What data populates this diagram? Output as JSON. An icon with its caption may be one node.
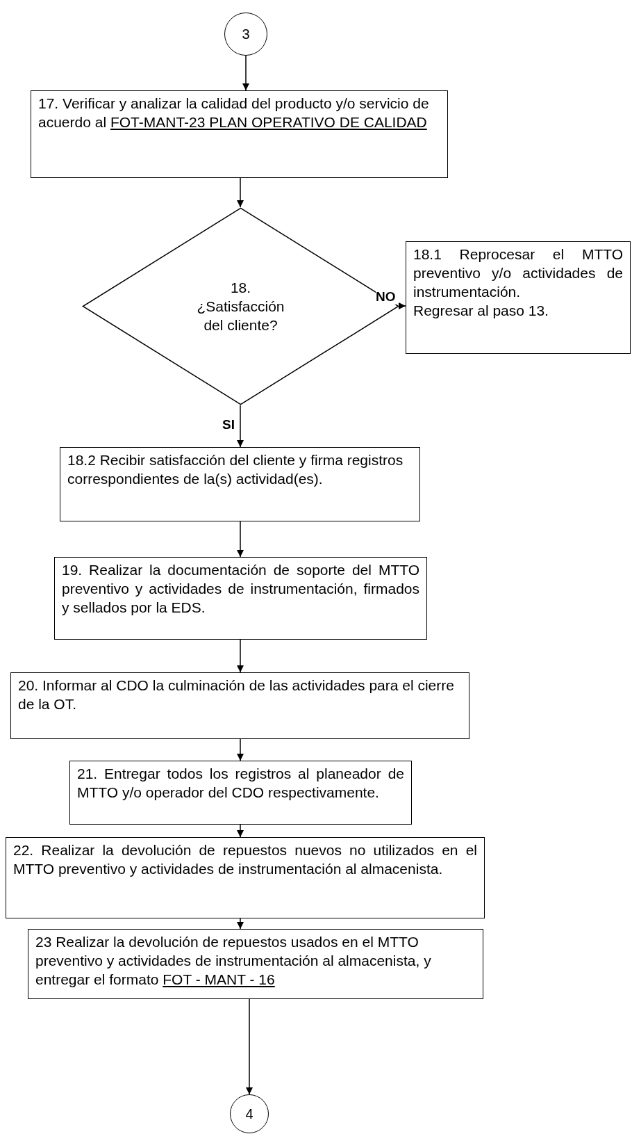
{
  "diagram": {
    "nodes": [
      {
        "text": [
          "3"
        ]
      },
      {
        "text": [
          "17. Verificar y analizar la calidad del producto y/o servicio de acuerdo al",
          "FOT-MANT-23 PLAN OPERATIVO DE CALIDAD"
        ]
      },
      {
        "text": [
          "18. ¿Satisfacción del cliente?"
        ]
      },
      {
        "text": [
          "18.1 Reprocesar el MTTO preventivo y/o actividades de instrumentación.",
          "Regresar al paso 13."
        ]
      },
      {
        "text": [
          "18.2 Recibir satisfacción del cliente y firma registros correspondientes de la(s) actividad(es)."
        ]
      },
      {
        "text": [
          "19. Realizar la documentación de soporte del MTTO preventivo y actividades de instrumentación, firmados y sellados por la EDS."
        ]
      },
      {
        "text": [
          "20. Informar al CDO la culminación de las actividades para el cierre de la OT."
        ]
      },
      {
        "text": [
          "21. Entregar todos los registros al planeador de MTTO y/o operador del CDO respectivamente."
        ]
      },
      {
        "text": [
          "22. Realizar la devolución de repuestos nuevos no utilizados en el MTTO preventivo y actividades de instrumentación al almacenista."
        ]
      },
      {
        "text": [
          "23 Realizar la devolución  de repuestos usados en el MTTO preventivo y actividades de instrumentación al almacenista, y entregar el formato",
          "FOT - MANT - 16"
        ]
      },
      {
        "text": [
          "4"
        ]
      }
    ],
    "edges": [
      {
        "from": 0,
        "to": 1,
        "arrow": "to"
      },
      {
        "from": 1,
        "to": 2,
        "arrow": "to"
      },
      {
        "from": 2,
        "to": 3,
        "arrow": "to",
        "label": "NO"
      },
      {
        "from": 2,
        "to": 4,
        "arrow": "to",
        "label": "SI"
      },
      {
        "from": 4,
        "to": 5,
        "arrow": "to"
      },
      {
        "from": 5,
        "to": 6,
        "arrow": "to"
      },
      {
        "from": 6,
        "to": 7,
        "arrow": "to"
      },
      {
        "from": 7,
        "to": 8,
        "arrow": "to"
      },
      {
        "from": 8,
        "to": 9,
        "arrow": "to"
      },
      {
        "from": 9,
        "to": 10,
        "arrow": "to"
      }
    ]
  }
}
